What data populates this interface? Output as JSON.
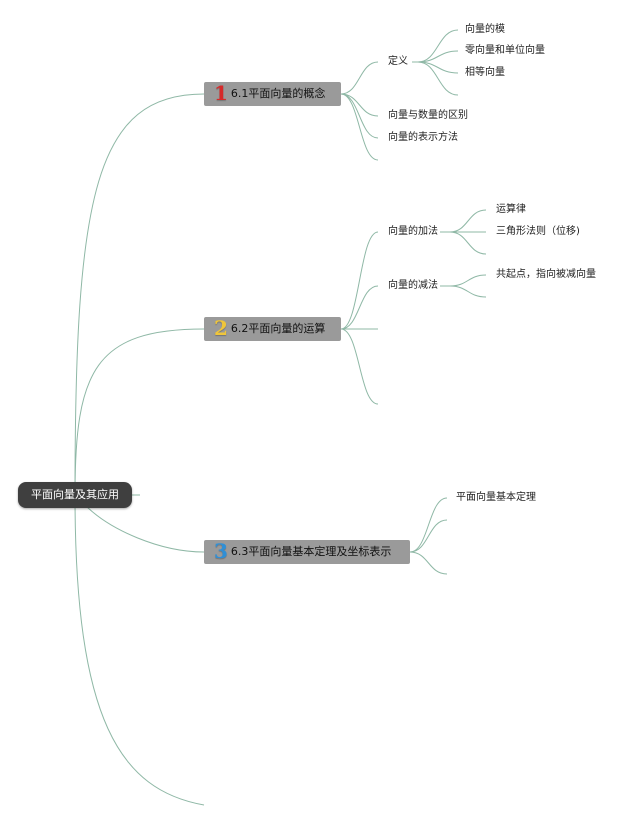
{
  "root": {
    "label": "平面向量及其应用"
  },
  "branches": [
    {
      "number": "1",
      "number_color": "#d62a2a",
      "title": "6.1平面向量的概念",
      "children": [
        {
          "label": "定义",
          "children": [
            "向量的模",
            "零向量和单位向量",
            "相等向量"
          ]
        },
        {
          "label": "向量与数量的区别"
        },
        {
          "label": "向量的表示方法"
        }
      ]
    },
    {
      "number": "2",
      "number_color": "#f0c63a",
      "title": "6.2平面向量的运算",
      "children": [
        {
          "label": "向量的加法",
          "children": [
            "运算律",
            "三角形法则（位移)"
          ]
        },
        {
          "label": "向量的减法",
          "children": [
            "共起点，指向被减向量"
          ]
        }
      ]
    },
    {
      "number": "3",
      "number_color": "#2f8fd6",
      "title": "6.3平面向量基本定理及坐标表示",
      "children": [
        {
          "label": "平面向量基本定理"
        }
      ]
    }
  ],
  "colors": {
    "connector": "#8fb8a6"
  }
}
